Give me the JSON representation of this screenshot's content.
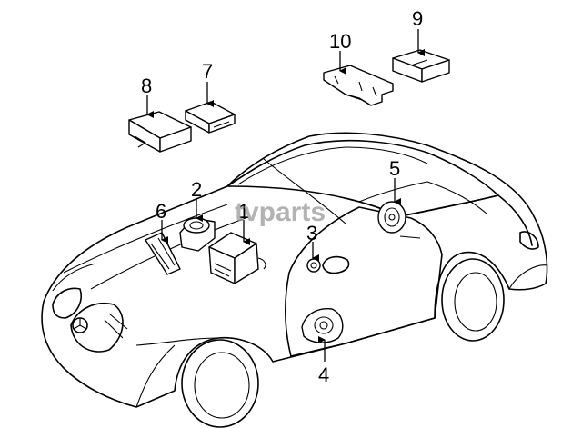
{
  "watermark": {
    "text": "tvparts"
  },
  "callouts": [
    {
      "id": "1",
      "label": "1"
    },
    {
      "id": "2",
      "label": "2"
    },
    {
      "id": "3",
      "label": "3"
    },
    {
      "id": "4",
      "label": "4"
    },
    {
      "id": "5",
      "label": "5"
    },
    {
      "id": "6",
      "label": "6"
    },
    {
      "id": "7",
      "label": "7"
    },
    {
      "id": "8",
      "label": "8"
    },
    {
      "id": "9",
      "label": "9"
    },
    {
      "id": "10",
      "label": "10"
    }
  ]
}
